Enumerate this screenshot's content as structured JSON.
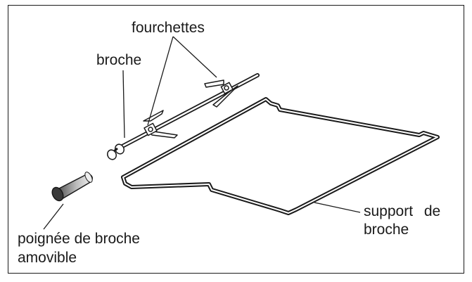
{
  "labels": {
    "fourchettes": "fourchettes",
    "broche": "broche",
    "support_line1": "support de",
    "support_line2": "broche",
    "poignee_line1": "poignée de broche",
    "poignee_line2": "amovible"
  },
  "colors": {
    "line": "#1a1a1a",
    "fill": "#ffffff",
    "handle_dark": "#555555",
    "handle_light": "#dddddd"
  }
}
